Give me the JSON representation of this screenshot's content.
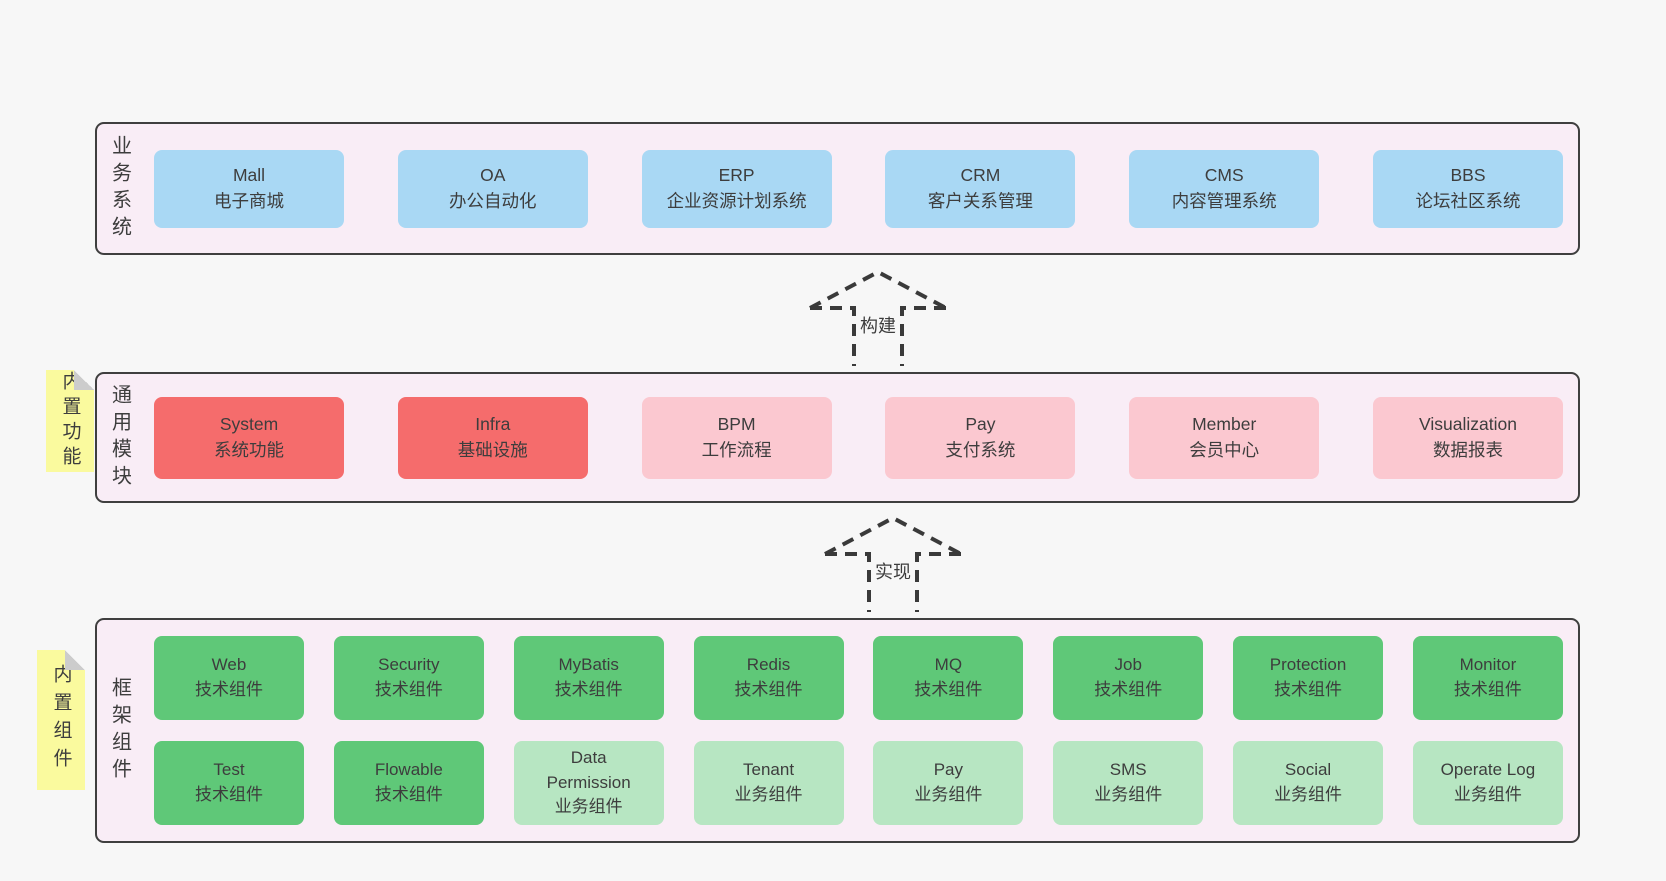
{
  "colors": {
    "page-bg": "#f7f7f7",
    "layer-bg": "#f9edf6",
    "line": "#3f3f3f",
    "blue": "#a9d8f4",
    "red": "#f56c6c",
    "pink": "#fbc8d0",
    "green": "#5fc878",
    "light-green": "#b7e6c2",
    "yellow": "#fafa9e",
    "fold": "#cccccc",
    "text": "#3d3d3d"
  },
  "arrows": [
    {
      "label": "构建"
    },
    {
      "label": "实现"
    }
  ],
  "layers": [
    {
      "label": "业务系统",
      "boxes": [
        {
          "title": "Mall",
          "subtitle": "电子商城",
          "variant": "blue"
        },
        {
          "title": "OA",
          "subtitle": "办公自动化",
          "variant": "blue"
        },
        {
          "title": "ERP",
          "subtitle": "企业资源计划系统",
          "variant": "blue"
        },
        {
          "title": "CRM",
          "subtitle": "客户关系管理",
          "variant": "blue"
        },
        {
          "title": "CMS",
          "subtitle": "内容管理系统",
          "variant": "blue"
        },
        {
          "title": "BBS",
          "subtitle": "论坛社区系统",
          "variant": "blue"
        }
      ]
    },
    {
      "label": "通用模块",
      "note": "内置功能",
      "boxes": [
        {
          "title": "System",
          "subtitle": "系统功能",
          "variant": "red"
        },
        {
          "title": "Infra",
          "subtitle": "基础设施",
          "variant": "red"
        },
        {
          "title": "BPM",
          "subtitle": "工作流程",
          "variant": "pink"
        },
        {
          "title": "Pay",
          "subtitle": "支付系统",
          "variant": "pink"
        },
        {
          "title": "Member",
          "subtitle": "会员中心",
          "variant": "pink"
        },
        {
          "title": "Visualization",
          "subtitle": "数据报表",
          "variant": "pink"
        }
      ]
    },
    {
      "label": "框架组件",
      "note": "内置组件",
      "row1": [
        {
          "title": "Web",
          "subtitle": "技术组件",
          "variant": "green"
        },
        {
          "title": "Security",
          "subtitle": "技术组件",
          "variant": "green"
        },
        {
          "title": "MyBatis",
          "subtitle": "技术组件",
          "variant": "green"
        },
        {
          "title": "Redis",
          "subtitle": "技术组件",
          "variant": "green"
        },
        {
          "title": "MQ",
          "subtitle": "技术组件",
          "variant": "green"
        },
        {
          "title": "Job",
          "subtitle": "技术组件",
          "variant": "green"
        },
        {
          "title": "Protection",
          "subtitle": "技术组件",
          "variant": "green"
        },
        {
          "title": "Monitor",
          "subtitle": "技术组件",
          "variant": "green"
        }
      ],
      "row2": [
        {
          "title": "Test",
          "subtitle": "技术组件",
          "variant": "green"
        },
        {
          "title": "Flowable",
          "subtitle": "技术组件",
          "variant": "green"
        },
        {
          "title": "Data Permission",
          "subtitle": "业务组件",
          "variant": "light-green"
        },
        {
          "title": "Tenant",
          "subtitle": "业务组件",
          "variant": "light-green"
        },
        {
          "title": "Pay",
          "subtitle": "业务组件",
          "variant": "light-green"
        },
        {
          "title": "SMS",
          "subtitle": "业务组件",
          "variant": "light-green"
        },
        {
          "title": "Social",
          "subtitle": "业务组件",
          "variant": "light-green"
        },
        {
          "title": "Operate Log",
          "subtitle": "业务组件",
          "variant": "light-green"
        }
      ]
    }
  ]
}
